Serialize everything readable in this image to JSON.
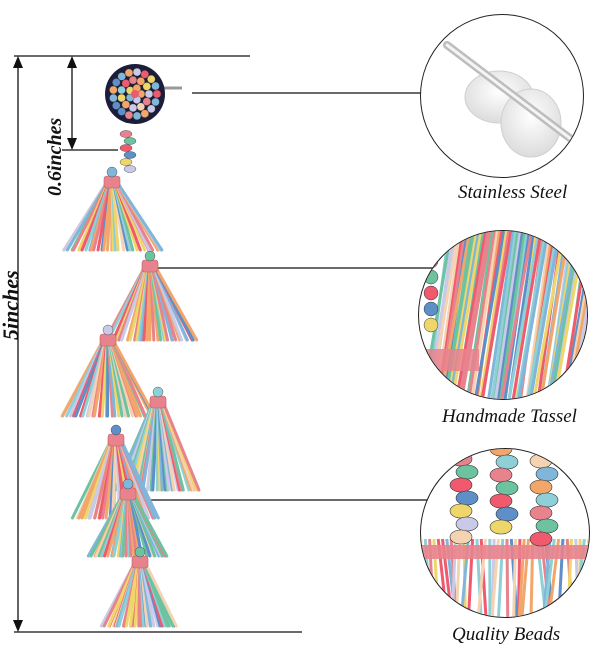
{
  "measurements": {
    "total_length": "5inches",
    "stud_size": "0.6inches"
  },
  "callouts": [
    {
      "id": "stainless",
      "label": "Stainless Steel",
      "icon": "earring-back-icon"
    },
    {
      "id": "tassel",
      "label": "Handmade Tassel",
      "icon": "tassel-closeup-icon"
    },
    {
      "id": "beads",
      "label": "Quality  Beads",
      "icon": "beads-closeup-icon"
    }
  ],
  "colors": {
    "line": "#111111",
    "tassel_pink": "#e8838d",
    "tassel_blue": "#7fb6d9",
    "tassel_yellow": "#efd66a",
    "tassel_green": "#6dc3a0",
    "stud_dark": "#1b1d3a"
  }
}
